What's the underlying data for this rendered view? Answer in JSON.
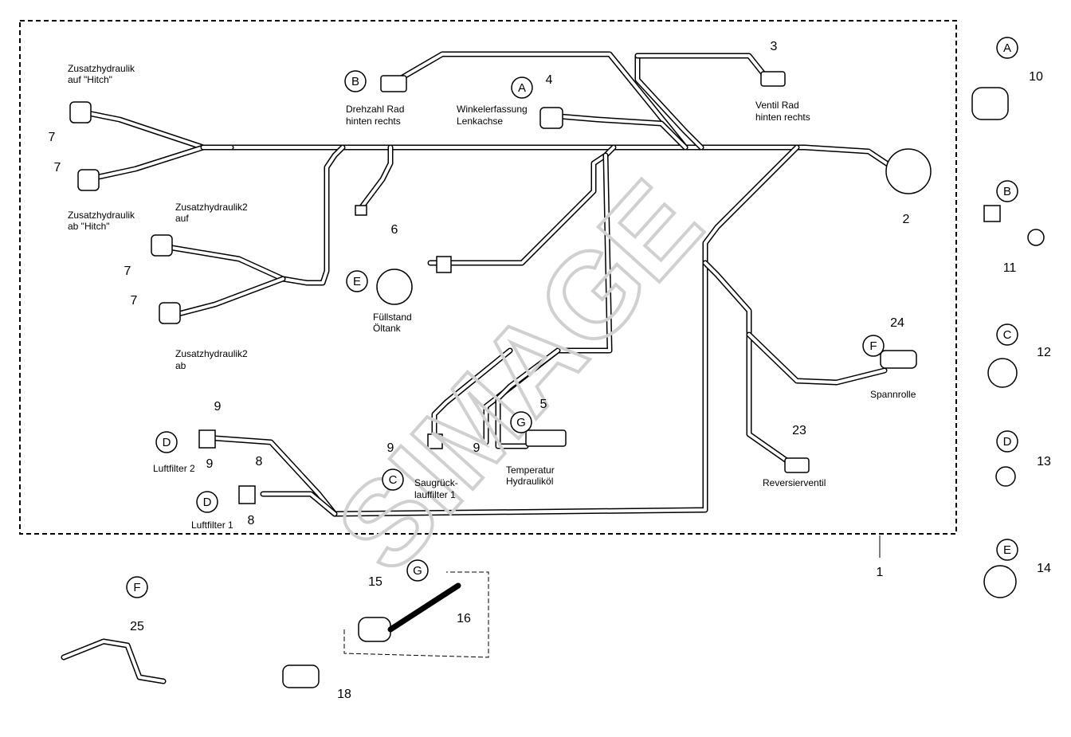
{
  "diagram": {
    "colors": {
      "line": "#000000",
      "background": "#ffffff",
      "watermark": "#d0d0d0"
    },
    "watermark": "SIMAGE",
    "assembly_number": "1",
    "callouts": {
      "c7a": "7",
      "c7b": "7",
      "c7c": "7",
      "c7d": "7",
      "c3": "3",
      "c4": "4",
      "c10": "10",
      "c2": "2",
      "c6": "6",
      "c11": "11",
      "c24": "24",
      "c12": "12",
      "c5": "5",
      "c9a": "9",
      "c9b": "9",
      "c9c": "9",
      "c9d": "9",
      "c8a": "8",
      "c8b": "8",
      "c23": "23",
      "c13": "13",
      "c14": "14",
      "c15": "15",
      "c16": "16",
      "c25": "25",
      "c18": "18"
    },
    "letters": {
      "A1": "A",
      "A2": "A",
      "B1": "B",
      "B2": "B",
      "C1": "C",
      "C2": "C",
      "D1": "D",
      "D2": "D",
      "D3": "D",
      "E1": "E",
      "E2": "E",
      "F1": "F",
      "F2": "F",
      "G1": "G",
      "G2": "G"
    },
    "labels": {
      "zh_auf_1": "Zusatzhydraulik",
      "zh_auf_2": "auf \"Hitch\"",
      "zh_ab_1": "Zusatzhydraulik",
      "zh_ab_2": "ab \"Hitch\"",
      "zh2_auf_1": "Zusatzhydraulik2",
      "zh2_auf_2": "auf",
      "zh2_ab_1": "Zusatzhydraulik2",
      "zh2_ab_2": "ab",
      "drehzahl_1": "Drehzahl Rad",
      "drehzahl_2": "hinten rechts",
      "winkel_1": "Winkelerfassung",
      "winkel_2": "Lenkachse",
      "ventil_1": "Ventil Rad",
      "ventil_2": "hinten rechts",
      "fuell_1": "Füllstand",
      "fuell_2": "Öltank",
      "spannrolle": "Spannrolle",
      "temp_1": "Temperatur",
      "temp_2": "Hydrauliköl",
      "saug_1": "Saugrück-",
      "saug_2": "lauffilter 1",
      "luft2": "Luftfilter 2",
      "luft1": "Luftfilter 1",
      "reversier": "Reversierventil"
    }
  }
}
